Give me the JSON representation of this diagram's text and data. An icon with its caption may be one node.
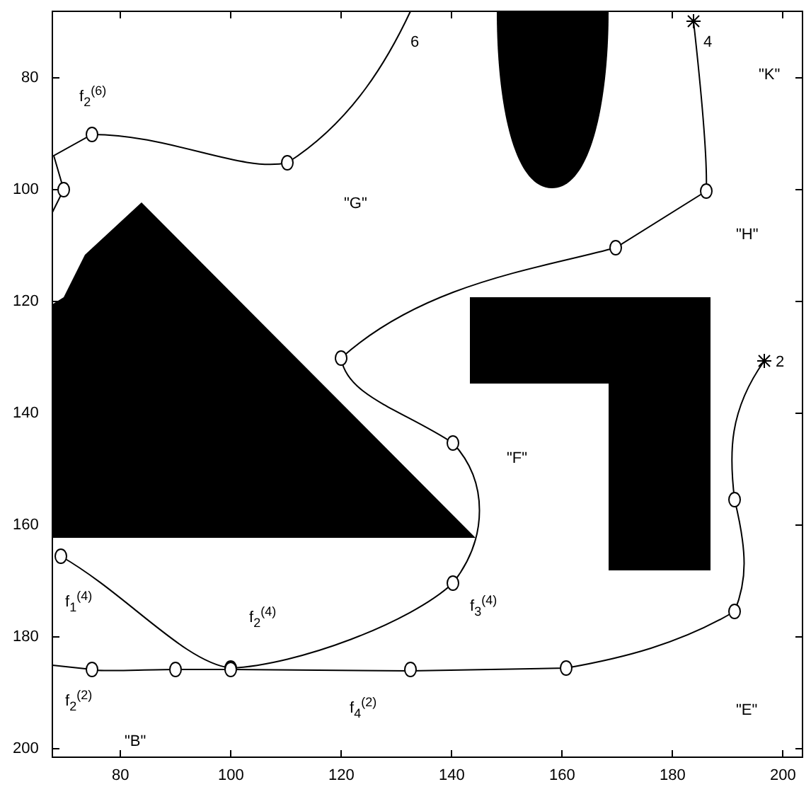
{
  "diagram": {
    "labels": [
      "6",
      "4",
      "\"K\"",
      "f$_{2}$$^{(6)}$",
      "\"G\"",
      "\"H\"",
      "2",
      "\"F\"",
      "f$_{1}$$^{(4)}$",
      "f$_{2}$$^{(4)}$",
      "f$_{3}$$^{(4)}$",
      "f$_{2}$$^{(2)}$",
      "f$_{4}$$^{(2)}$",
      "\"E\"",
      "\"B\"",
      "80",
      "100",
      "120",
      "140",
      "160",
      "180",
      "200",
      "80",
      "100",
      "120",
      "140",
      "160",
      "180",
      "200"
    ]
  }
}
